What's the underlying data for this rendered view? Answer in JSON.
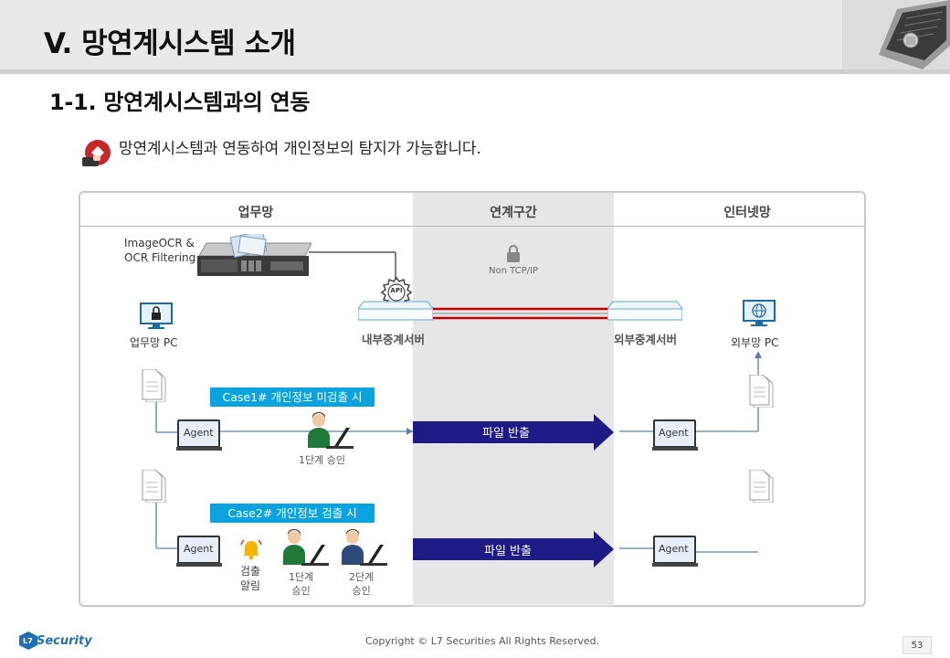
{
  "header": {
    "title": "V. 망연계시스템 소개"
  },
  "subtitle": "1-1. 망연계시스템과의 연동",
  "description": "망연계시스템과 연동하여 개인정보의 탐지가 가능합니다.",
  "zones": {
    "left": "업무망",
    "middle": "연계구간",
    "right": "인터넷망"
  },
  "server": {
    "label_line1": "ImageOCR &",
    "label_line2": "OCR Filtering",
    "api_text": "API"
  },
  "middle_zone": {
    "protocol": "Non TCP/IP"
  },
  "nodes": {
    "work_pc": "업무망 PC",
    "internal_relay": "내부중계서버",
    "external_relay": "외부중계서버",
    "external_pc": "외부망 PC"
  },
  "case1": {
    "label": "Case1# 개인정보 미검출 시",
    "agent_left": "Agent",
    "agent_right": "Agent",
    "approval": "1단계 승인",
    "arrow": "파일 반출"
  },
  "case2": {
    "label": "Case2# 개인정보 검출 시",
    "agent_left": "Agent",
    "agent_right": "Agent",
    "alarm_line1": "검출",
    "alarm_line2": "알림",
    "approval1_line1": "1단계",
    "approval1_line2": "승인",
    "approval2_line1": "2단계",
    "approval2_line2": "승인",
    "arrow": "파일 반출"
  },
  "footer": {
    "copyright": "Copyright © L7 Securities All Rights Reserved.",
    "page": "53",
    "logo_text": "Security",
    "logo_mark": "L7"
  },
  "colors": {
    "arrow": "#1f1a85",
    "case_badge": "#0aa3e0",
    "link_red": "#c00000",
    "flow_line": "#5a7fb0"
  }
}
